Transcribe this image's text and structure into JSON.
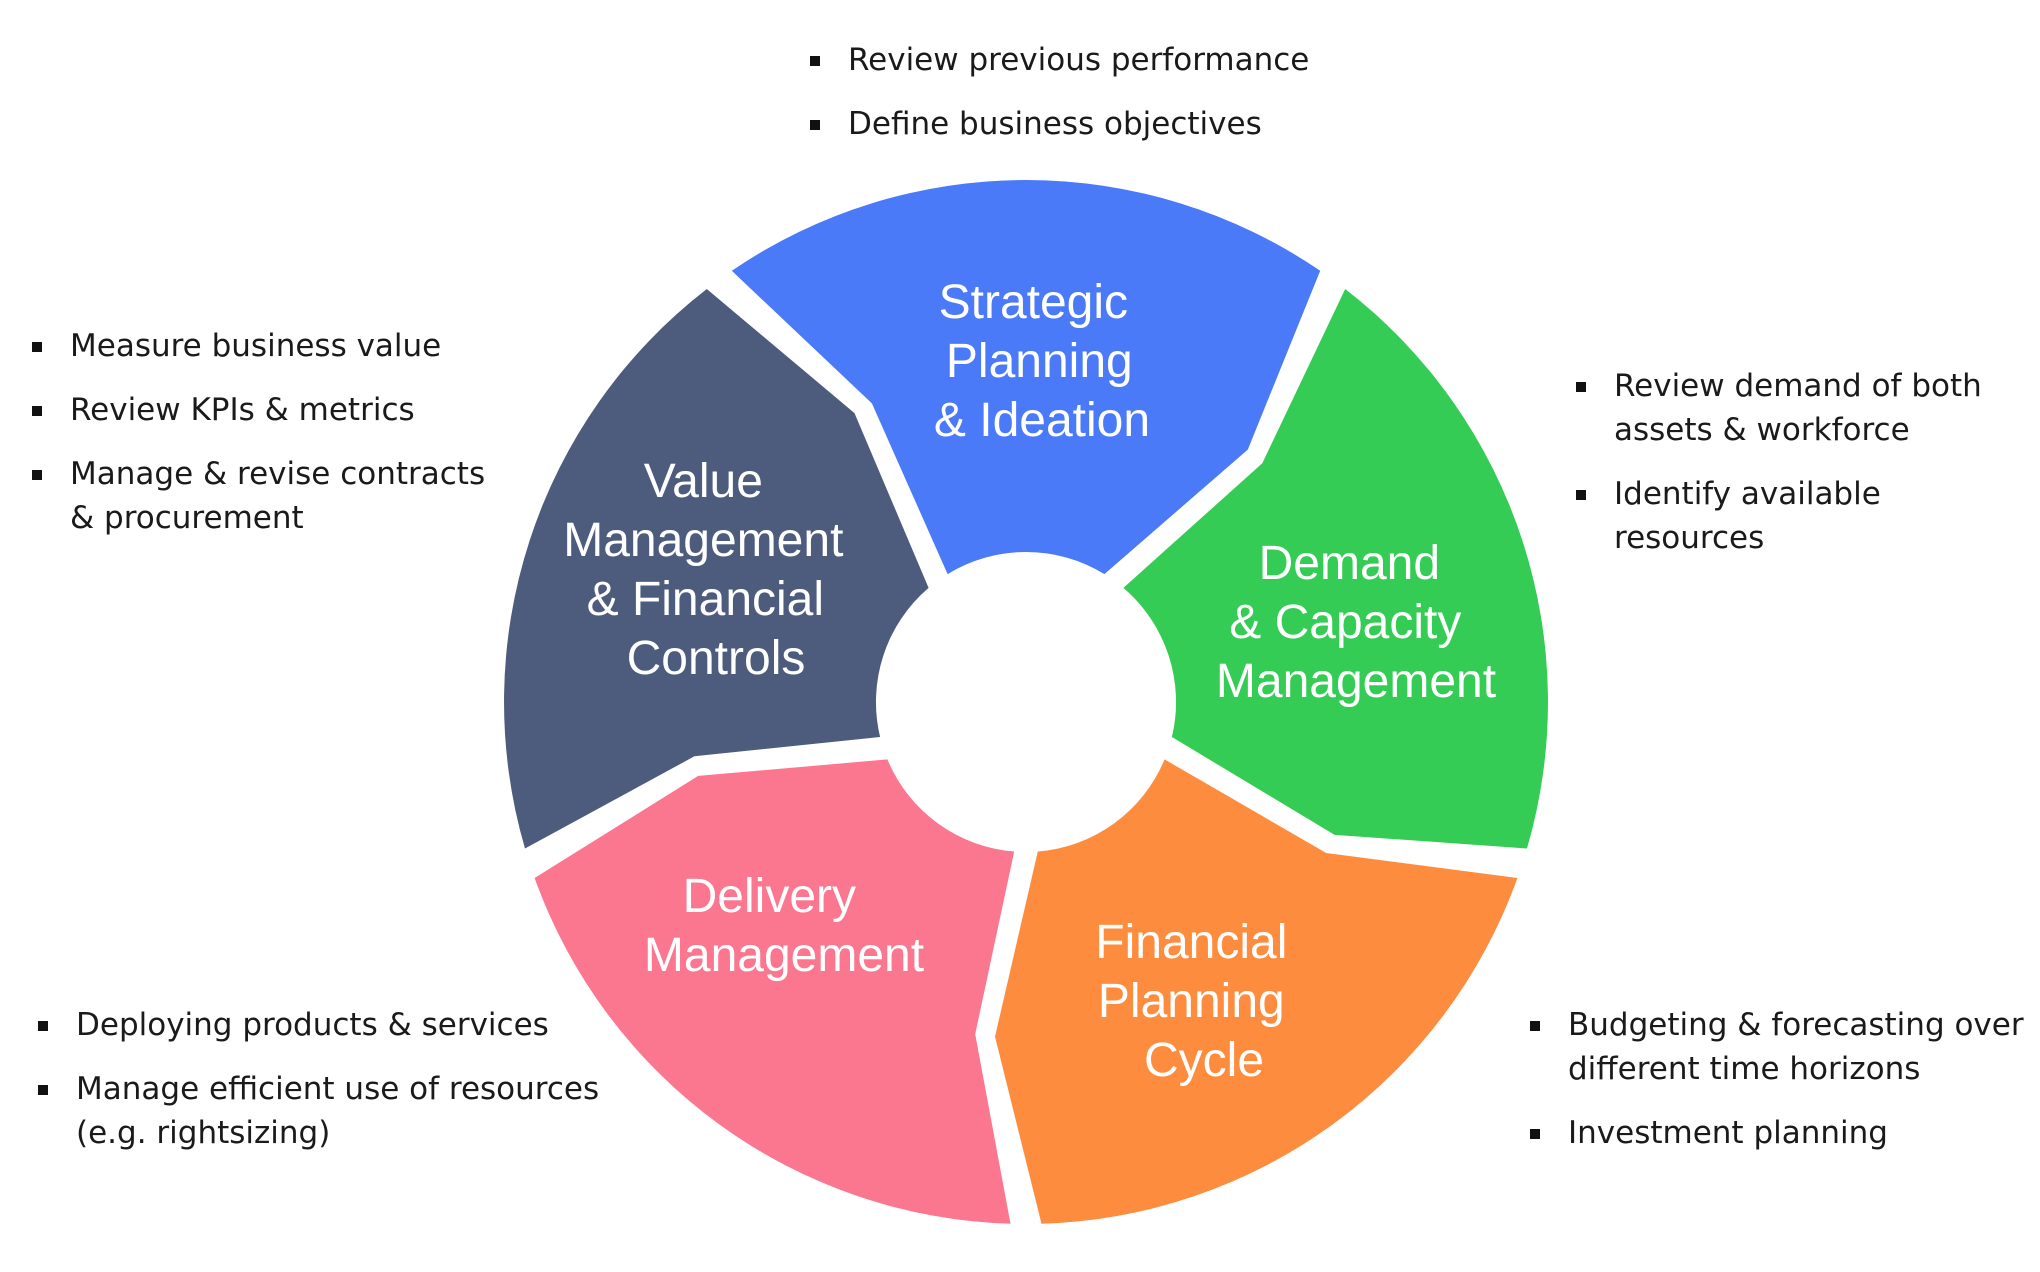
{
  "colors": {
    "strategic": "#4a7af7",
    "demand": "#35cc55",
    "financial": "#fd8c3e",
    "delivery": "#fb768f",
    "value": "#4d5b7d"
  },
  "segments": {
    "strategic": {
      "lines": [
        "Strategic",
        "Planning",
        "& Ideation"
      ]
    },
    "demand": {
      "lines": [
        "Demand",
        "& Capacity",
        "Management"
      ]
    },
    "financial": {
      "lines": [
        "Financial",
        "Planning",
        "Cycle"
      ]
    },
    "delivery": {
      "lines": [
        "Delivery",
        "Management"
      ]
    },
    "value": {
      "lines": [
        "Value",
        "Management",
        "& Financial",
        "Controls"
      ]
    }
  },
  "notes": {
    "strategic": [
      "Review previous performance",
      "Define business objectives"
    ],
    "demand": [
      "Review demand of both assets & workforce",
      "Identify available resources"
    ],
    "financial": [
      "Budgeting & forecasting over different time horizons",
      "Investment planning"
    ],
    "delivery": [
      "Deploying products & services",
      "Manage efficient use of resources (e.g. rightsizing)"
    ],
    "value": [
      "Measure business value",
      "Review KPIs & metrics",
      "Manage & revise contracts & procurement"
    ]
  }
}
